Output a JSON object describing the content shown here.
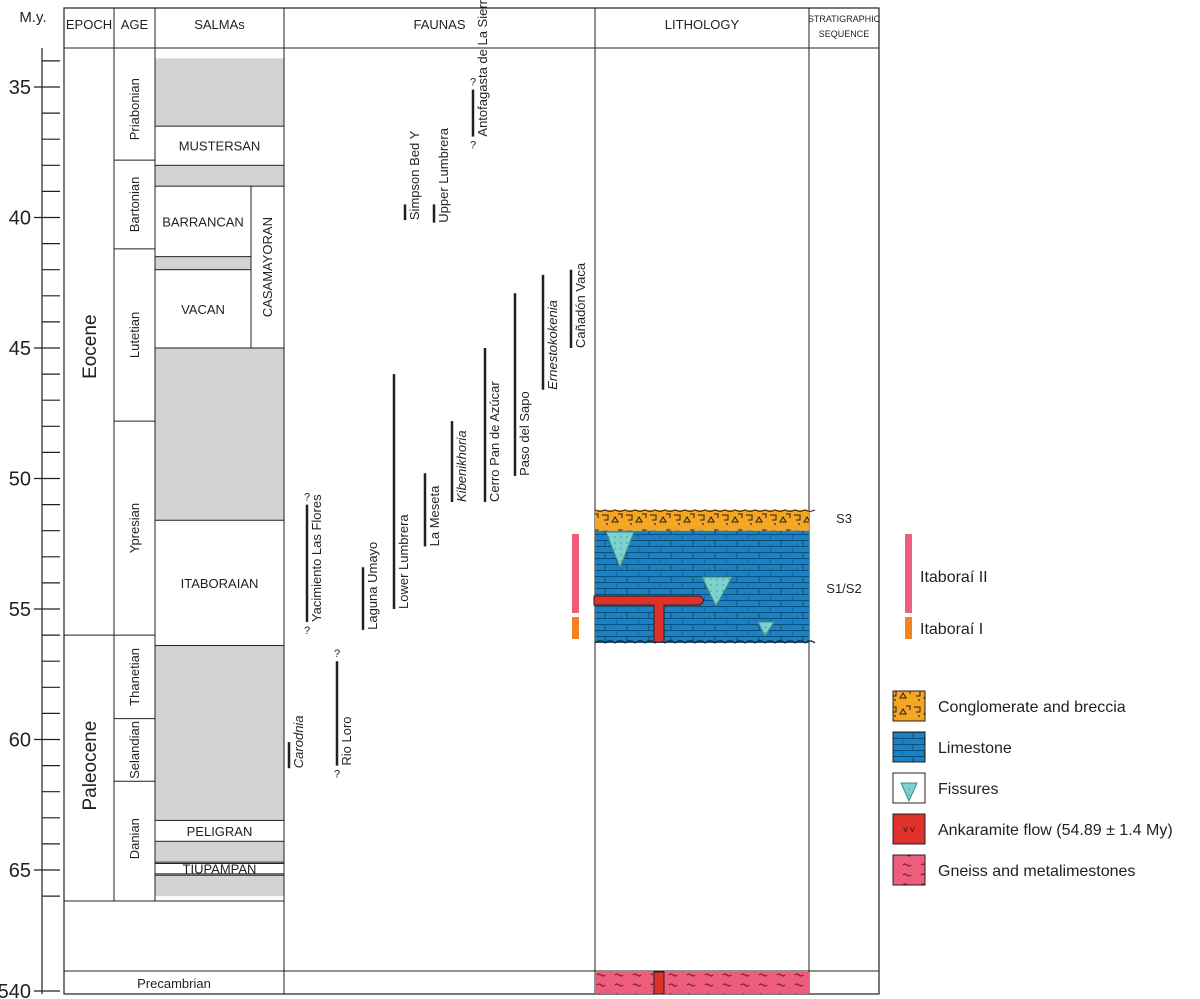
{
  "axis": {
    "unit_label": "M.y.",
    "ticks": [
      "35",
      "40",
      "45",
      "50",
      "55",
      "60",
      "65",
      "540"
    ]
  },
  "headers": {
    "epoch": "EPOCH",
    "age": "AGE",
    "salmas": "SALMAs",
    "faunas": "FAUNAS",
    "lithology": "LITHOLOGY",
    "sequence_line1": "STRATIGRAPHIC",
    "sequence_line2": "SEQUENCE"
  },
  "epochs": [
    {
      "name": "Eocene",
      "from": 33.9,
      "to": 56.0
    },
    {
      "name": "Paleocene",
      "from": 56.0,
      "to": 66.0
    }
  ],
  "ages": [
    {
      "name": "Priabonian",
      "from": 33.9,
      "to": 37.8
    },
    {
      "name": "Bartonian",
      "from": 37.8,
      "to": 41.2
    },
    {
      "name": "Lutetian",
      "from": 41.2,
      "to": 47.8
    },
    {
      "name": "Ypresian",
      "from": 47.8,
      "to": 56.0
    },
    {
      "name": "Thanetian",
      "from": 56.0,
      "to": 59.2
    },
    {
      "name": "Selandian",
      "from": 59.2,
      "to": 61.6
    },
    {
      "name": "Danian",
      "from": 61.6,
      "to": 66.0
    }
  ],
  "salmas": [
    {
      "name": "MUSTERSAN",
      "from": 36.5,
      "to": 38.0
    },
    {
      "name": "BARRANCAN",
      "from": 38.8,
      "to": 41.5
    },
    {
      "name": "VACAN",
      "from": 42.0,
      "to": 45.0
    },
    {
      "name": "ITABORAIAN",
      "from": 51.6,
      "to": 56.4
    },
    {
      "name": "PELIGRAN",
      "from": 63.1,
      "to": 63.9
    },
    {
      "name": "TIUPAMPAN",
      "from": 64.7,
      "to": 65.2
    }
  ],
  "casamayoran": {
    "name": "CASAMAYORAN",
    "from": 38.8,
    "to": 45.0
  },
  "precambrian": "Precambrian",
  "faunas": [
    {
      "name": "Carodnia",
      "from": 60.1,
      "to": 61.1,
      "italic": true,
      "q_top": false,
      "q_bot": false
    },
    {
      "name": "Rio Loro",
      "from": 57.0,
      "to": 61.0,
      "italic": false,
      "q_top": true,
      "q_bot": true
    },
    {
      "name": "Yacimiento Las Flores",
      "from": 51.0,
      "to": 55.5,
      "italic": false,
      "q_top": true,
      "q_bot": true
    },
    {
      "name": "Laguna Umayo",
      "from": 53.4,
      "to": 55.8,
      "italic": false,
      "q_top": false,
      "q_bot": false
    },
    {
      "name": "Lower Lumbrera",
      "from": 46.0,
      "to": 55.0,
      "italic": false,
      "q_top": false,
      "q_bot": false
    },
    {
      "name": "La Meseta",
      "from": 49.8,
      "to": 52.6,
      "italic": false,
      "q_top": false,
      "q_bot": false
    },
    {
      "name": "Kibenikhoria",
      "from": 47.8,
      "to": 50.9,
      "italic": true,
      "q_top": false,
      "q_bot": false
    },
    {
      "name": "Cerro Pan de Azúcar",
      "from": 45.0,
      "to": 50.9,
      "italic": false,
      "q_top": false,
      "q_bot": false
    },
    {
      "name": "Paso del Sapo",
      "from": 42.9,
      "to": 49.9,
      "italic": false,
      "q_top": false,
      "q_bot": false
    },
    {
      "name": "Ernestokokenia",
      "from": 42.2,
      "to": 46.6,
      "italic": true,
      "q_top": false,
      "q_bot": false
    },
    {
      "name": "Cañadón Vaca",
      "from": 42.0,
      "to": 45.0,
      "italic": false,
      "q_top": false,
      "q_bot": false
    },
    {
      "name": "Simpson Bed Y",
      "from": 39.5,
      "to": 40.1,
      "italic": false,
      "q_top": false,
      "q_bot": false
    },
    {
      "name": "Upper Lumbrera",
      "from": 39.5,
      "to": 40.2,
      "italic": false,
      "q_top": false,
      "q_bot": false
    },
    {
      "name": "Antofagasta de La Sierra",
      "from": 35.1,
      "to": 36.9,
      "italic": false,
      "q_top": true,
      "q_bot": true
    }
  ],
  "sequences": [
    "S3",
    "S1/S2"
  ],
  "itaborai": [
    "Itaboraí II",
    "Itaboraí I"
  ],
  "legend": [
    {
      "label": "Conglomerate and breccia",
      "color": "#f5a623"
    },
    {
      "label": "Limestone",
      "color": "#1a82c4"
    },
    {
      "label": "Fissures",
      "color": "#7fd1cf"
    },
    {
      "label": "Ankaramite flow (54.89 ± 1.4 My)",
      "color": "#e0322d"
    },
    {
      "label": "Gneiss and metalimestones",
      "color": "#ee5d7c"
    }
  ],
  "question_mark": "?"
}
